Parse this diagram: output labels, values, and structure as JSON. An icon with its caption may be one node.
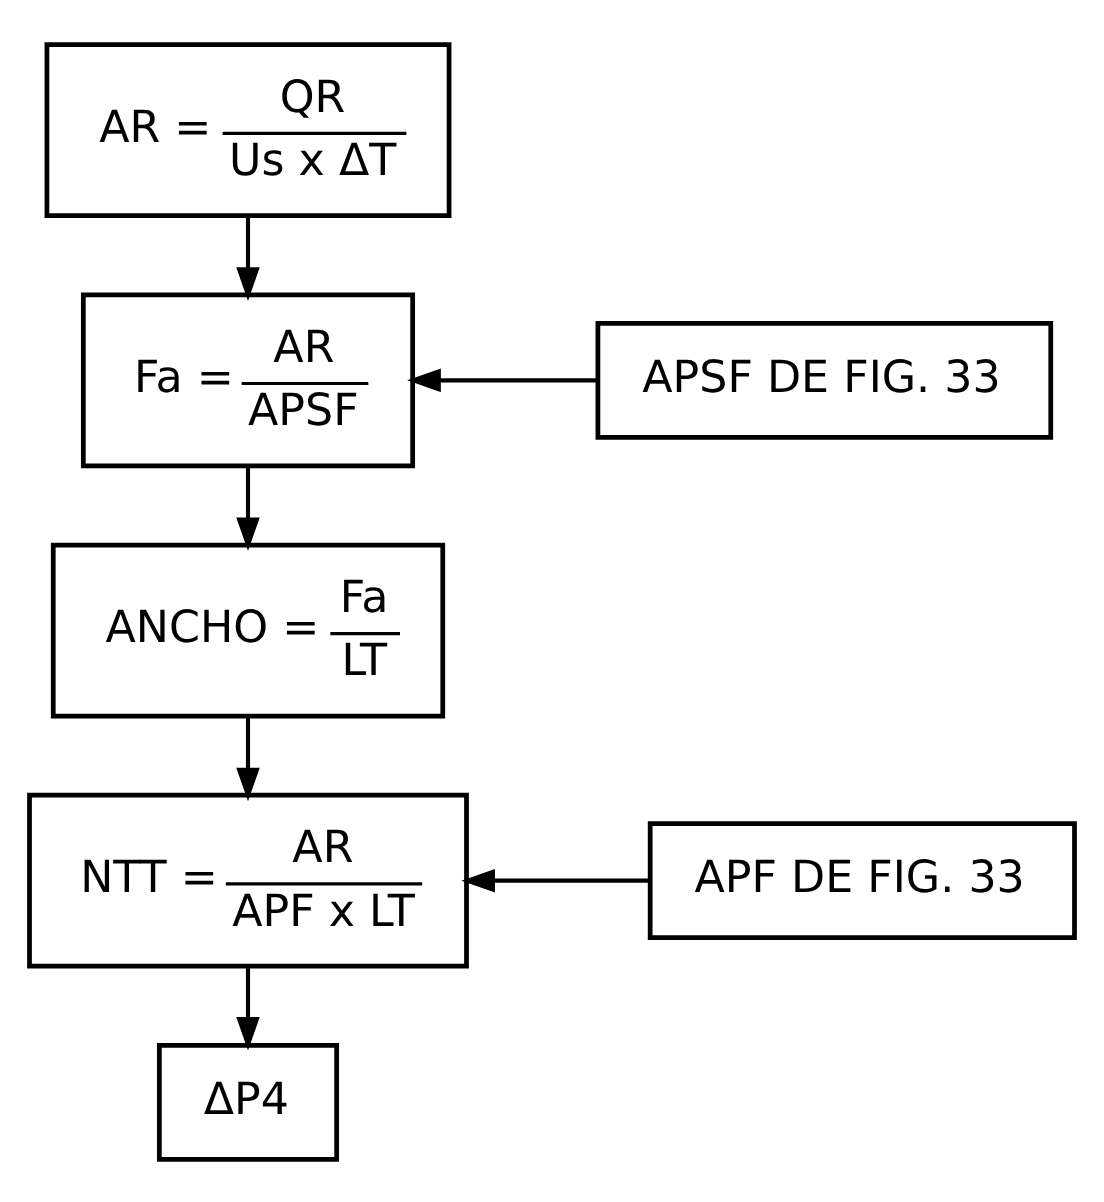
{
  "diagram": {
    "nodes": [
      {
        "text": [
          "AR =",
          "QR",
          "Us x ΔT"
        ]
      },
      {
        "text": [
          "Fa =",
          "AR",
          "APSF"
        ]
      },
      {
        "text": [
          "APSF DE FIG. 33"
        ]
      },
      {
        "text": [
          "ANCHO =",
          "Fa",
          "LT"
        ]
      },
      {
        "text": [
          "NTT =",
          "AR",
          "APF x LT"
        ]
      },
      {
        "text": [
          "APF DE FIG. 33"
        ]
      },
      {
        "text": [
          "ΔP4"
        ]
      }
    ],
    "edges": [
      {
        "from": 0,
        "to": 1,
        "arrow": "to"
      },
      {
        "from": 2,
        "to": 1,
        "arrow": "to"
      },
      {
        "from": 1,
        "to": 3,
        "arrow": "to"
      },
      {
        "from": 3,
        "to": 4,
        "arrow": "to"
      },
      {
        "from": 5,
        "to": 4,
        "arrow": "to"
      },
      {
        "from": 4,
        "to": 6,
        "arrow": "to"
      }
    ]
  }
}
